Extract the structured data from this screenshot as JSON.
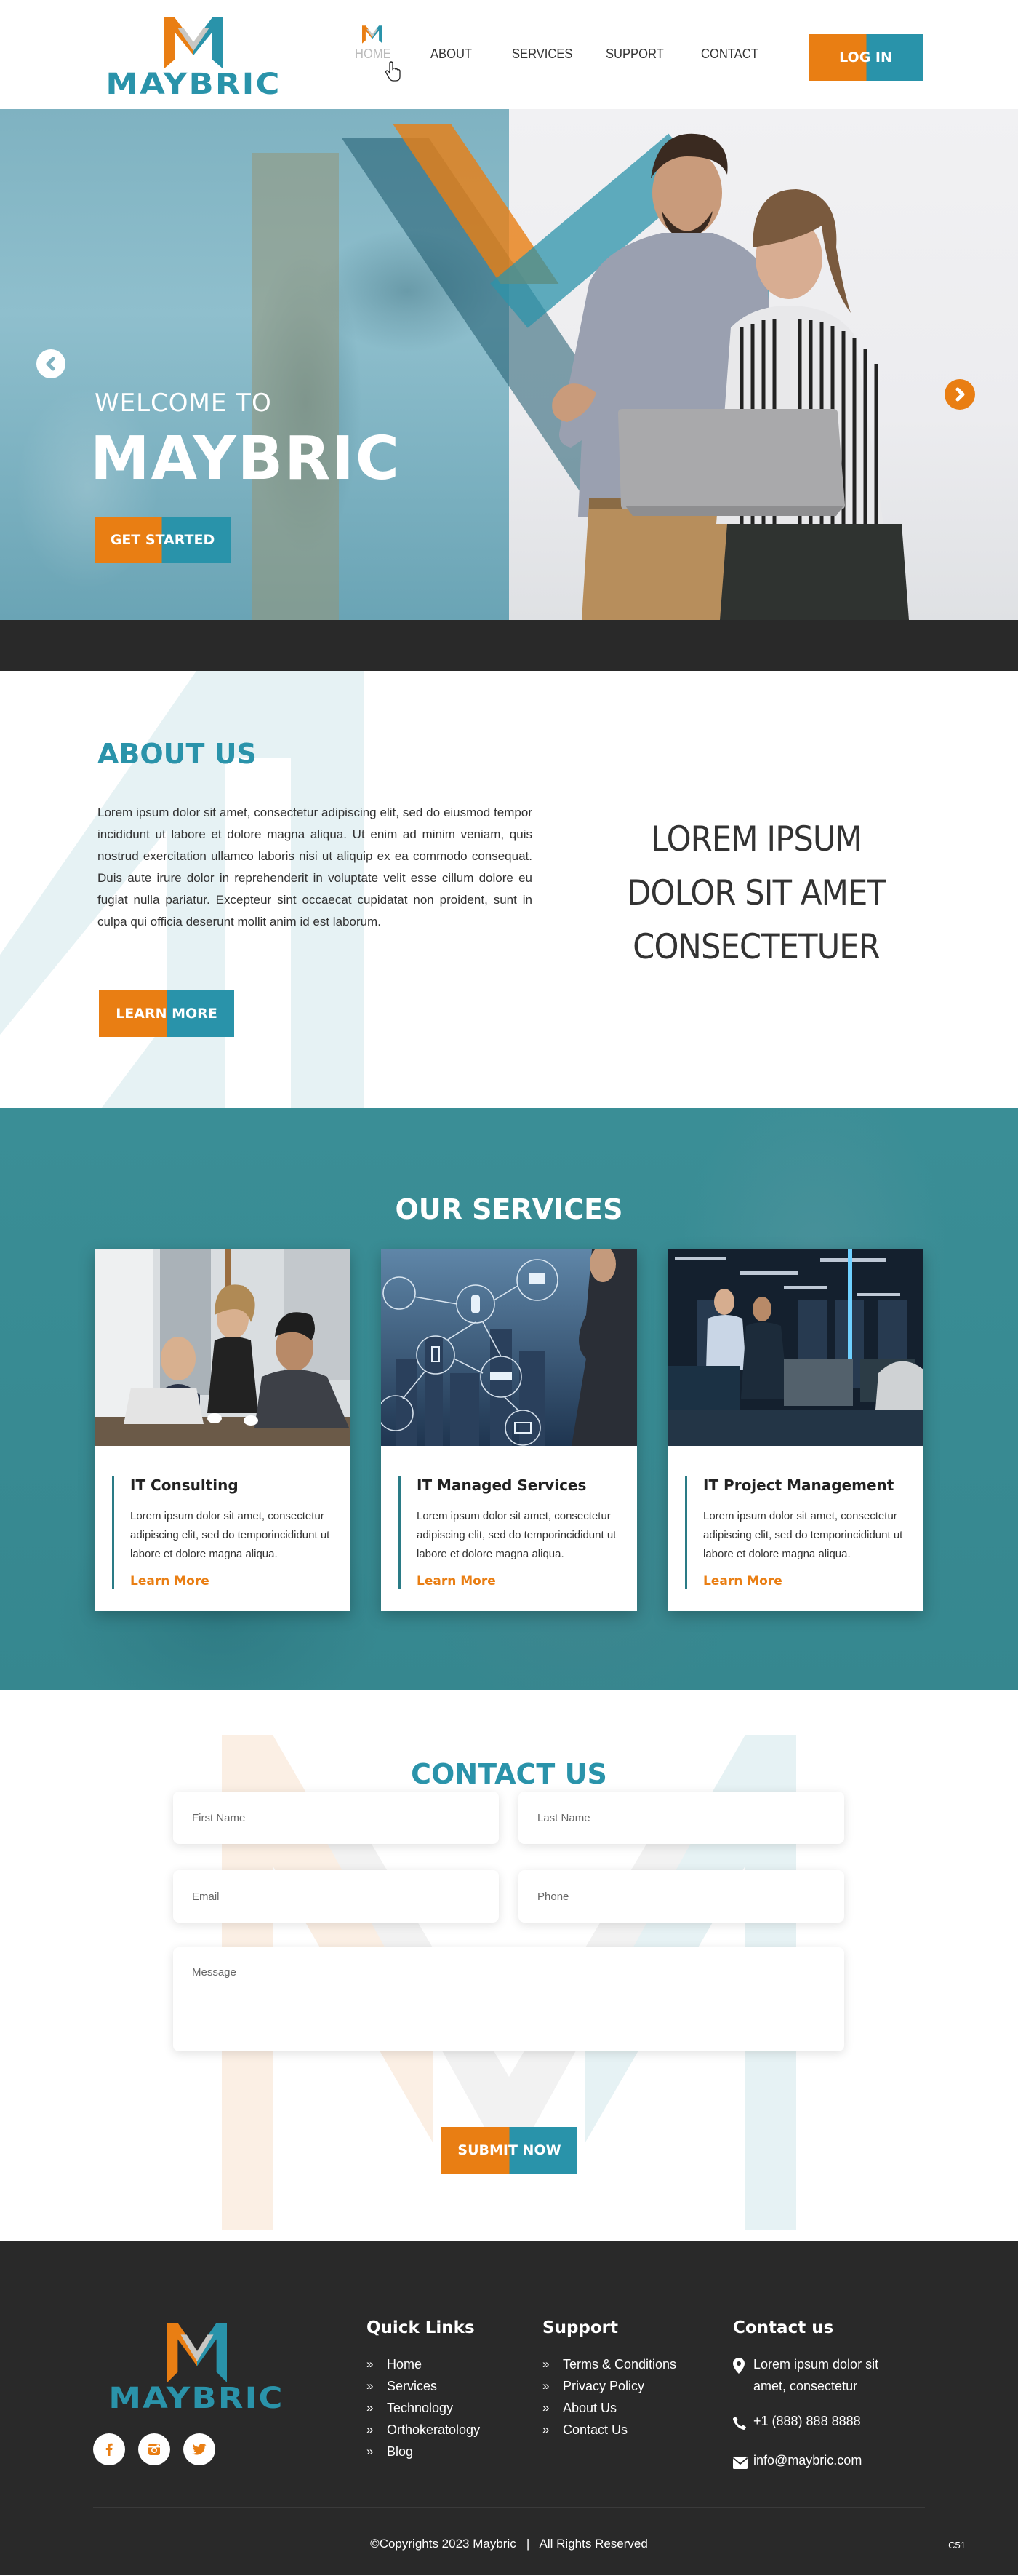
{
  "brand": {
    "name": "MAYBRIC",
    "colors": {
      "orange": "#e97e13",
      "teal": "#2993aa",
      "gray": "#c9c7c3",
      "dark": "#292929"
    }
  },
  "header": {
    "nav": [
      {
        "label": "HOME",
        "active": true
      },
      {
        "label": "ABOUT",
        "active": false
      },
      {
        "label": "SERVICES",
        "active": false
      },
      {
        "label": "SUPPORT",
        "active": false
      },
      {
        "label": "CONTACT",
        "active": false
      }
    ],
    "login_label": "LOG IN"
  },
  "hero": {
    "welcome": "WELCOME TO",
    "title": "MAYBRIC",
    "cta_label": "GET STARTED",
    "prev_icon": "chevron-left-icon",
    "next_icon": "chevron-right-icon"
  },
  "about": {
    "title": "ABOUT US",
    "text": "Lorem ipsum dolor sit amet, consectetur adipiscing elit, sed do eiusmod tempor incididunt ut labore et dolore magna aliqua. Ut enim ad minim veniam, quis nostrud exercitation ullamco laboris nisi ut aliquip ex ea commodo consequat. Duis aute irure dolor in reprehenderit in voluptate velit esse cillum dolore eu fugiat nulla pariatur. Excepteur sint occaecat cupidatat non proident, sunt in culpa qui officia deserunt mollit anim id est laborum.",
    "cta_label": "LEARN MORE",
    "quote_lines": [
      "LOREM IPSUM",
      "DOLOR SIT AMET",
      "CONSECTETUER"
    ]
  },
  "services": {
    "title": "OUR SERVICES",
    "cards": [
      {
        "title": "IT Consulting",
        "text": "Lorem ipsum dolor sit amet, consectetur adipiscing elit, sed do  temporincididunt ut labore et dolore magna aliqua.",
        "link": "Learn More"
      },
      {
        "title": "IT Managed Services",
        "text": "Lorem ipsum dolor sit amet, consectetur adipiscing elit, sed do  temporincididunt ut labore et dolore magna aliqua.",
        "link": "Learn More"
      },
      {
        "title": "IT Project Management",
        "text": "Lorem ipsum dolor sit amet, consectetur adipiscing elit, sed do  temporincididunt ut labore et dolore magna aliqua.",
        "link": "Learn More"
      }
    ]
  },
  "contact": {
    "title": "CONTACT US",
    "fields": {
      "first_name": "First Name",
      "last_name": "Last Name",
      "email": "Email",
      "phone": "Phone",
      "message": "Message"
    },
    "submit_label": "SUBMIT NOW"
  },
  "footer": {
    "quick_links": {
      "title": "Quick Links",
      "items": [
        "Home",
        "Services",
        "Technology",
        "Orthokeratology",
        "Blog"
      ]
    },
    "support": {
      "title": "Support",
      "items": [
        "Terms & Conditions",
        "Privacy Policy",
        "About Us",
        "Contact Us"
      ]
    },
    "contact": {
      "title": "Contact us",
      "address_line1": "Lorem ipsum dolor sit",
      "address_line2": "amet, consectetur",
      "phone": "+1 (888) 888 8888",
      "email": "info@maybric.com"
    },
    "social": [
      "facebook-icon",
      "instagram-icon",
      "twitter-icon"
    ],
    "copyright": "©Copyrights 2023 Maybric   |   All Rights Reserved",
    "code": "C51"
  }
}
